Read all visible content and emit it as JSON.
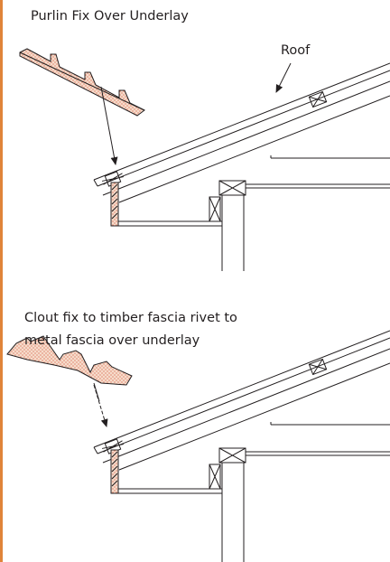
{
  "labels": {
    "top_caption": "Purlin Fix Over Underlay",
    "roof": "Roof",
    "bottom_caption_line1": "Clout fix to timber fascia rivet to",
    "bottom_caption_line2": "metal fascia over underlay"
  },
  "colors": {
    "accent_border": "#e0843a",
    "flashing_fill": "#f6dccb",
    "flashing_dots": "#d5533a",
    "line": "#231f20"
  }
}
